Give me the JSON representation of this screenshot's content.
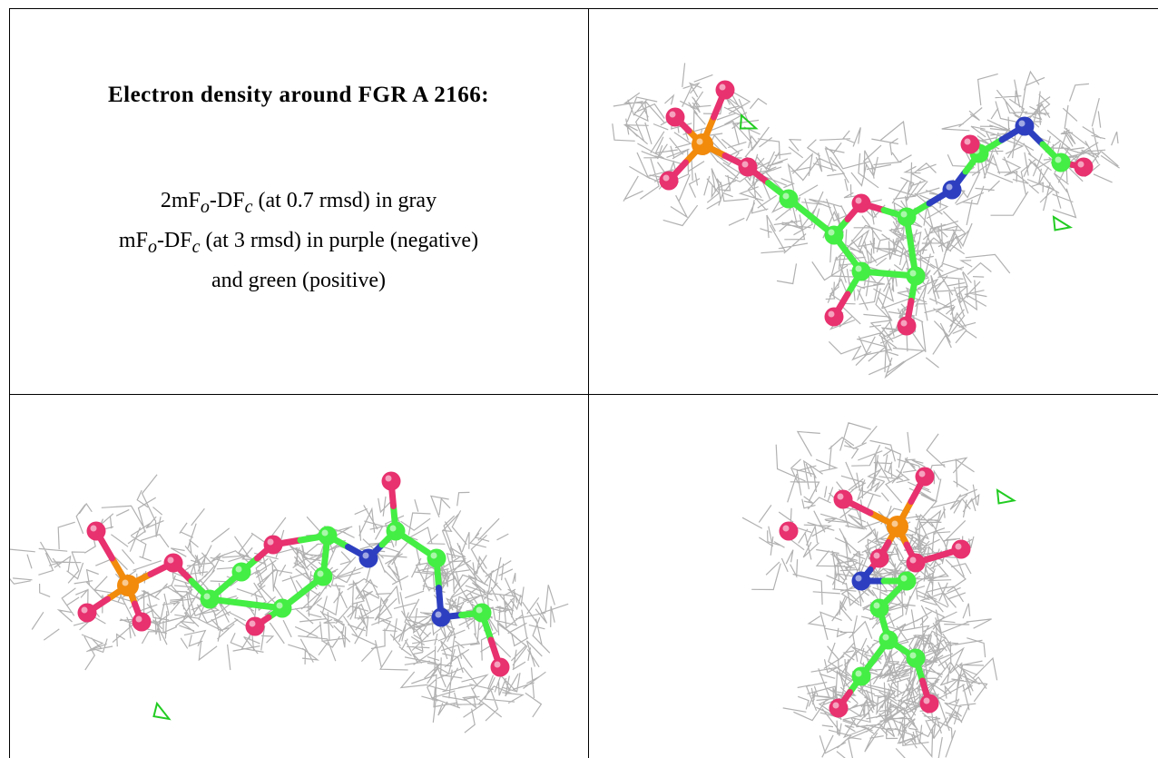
{
  "caption": {
    "title": "Electron density around FGR A 2166:",
    "line1_pre": "2mF",
    "line1_sub1": "o",
    "line1_mid": "-DF",
    "line1_sub2": "c",
    "line1_post": " (at 0.7 rmsd) in gray",
    "line2_pre": "mF",
    "line2_sub1": "o",
    "line2_mid": "-DF",
    "line2_sub2": "c",
    "line2_post": " (at 3 rmsd) in purple (negative)",
    "line3": "and green (positive)"
  },
  "colors": {
    "mesh": "#a8a8a8",
    "carbon": "#44ee44",
    "oxygen": "#e8316f",
    "nitrogen": "#2d3fc0",
    "phosphorus": "#f28a0c",
    "positive_density": "#22cc22"
  },
  "panels": [
    {
      "name": "view-top-right"
    },
    {
      "name": "view-bottom-left"
    },
    {
      "name": "view-bottom-right"
    }
  ]
}
